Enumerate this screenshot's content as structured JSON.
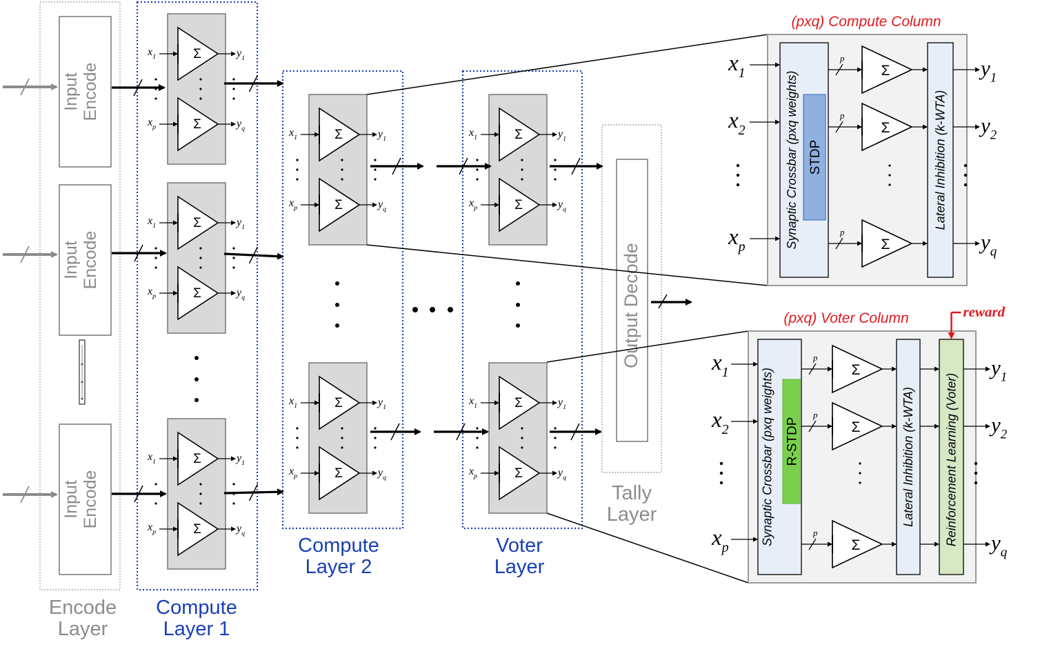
{
  "input_encode": "Input\nEncode",
  "output_decode": "Output Decode",
  "layers": {
    "encode": [
      "Encode",
      "Layer"
    ],
    "compute1": [
      "Compute",
      "Layer 1"
    ],
    "compute2": [
      "Compute",
      "Layer 2"
    ],
    "voter": [
      "Voter",
      "Layer"
    ],
    "tally": [
      "Tally",
      "Layer"
    ]
  },
  "neuron": {
    "sigma": "Σ",
    "x": "x",
    "y": "y",
    "sub1": "1",
    "subp": "p",
    "subq": "q",
    "dots": "· · ·"
  },
  "compute_column": {
    "title": "(pxq) Compute Column",
    "crossbar": "Synaptic Crossbar (pxq weights)",
    "learning": "STDP",
    "inhibition": "Lateral Inhibition  (k-WTA)",
    "inputs": [
      {
        "v": "x",
        "s": "1"
      },
      {
        "v": "x",
        "s": "2"
      },
      {
        "v": "x",
        "s": "p"
      }
    ],
    "outputs": [
      {
        "v": "y",
        "s": "1"
      },
      {
        "v": "y",
        "s": "2"
      },
      {
        "v": "y",
        "s": "q"
      }
    ],
    "bus": "p"
  },
  "voter_column": {
    "title": "(pxq) Voter Column",
    "reward": "reward",
    "crossbar": "Synaptic Crossbar (pxq weights)",
    "learning": "R-STDP",
    "inhibition": "Lateral Inhibition  (k-WTA)",
    "reinforcement": "Reinforcement Learning (Voter)",
    "inputs": [
      {
        "v": "x",
        "s": "1"
      },
      {
        "v": "x",
        "s": "2"
      },
      {
        "v": "x",
        "s": "p"
      }
    ],
    "outputs": [
      {
        "v": "y",
        "s": "1"
      },
      {
        "v": "y",
        "s": "2"
      },
      {
        "v": "y",
        "s": "q"
      }
    ],
    "bus": "p"
  },
  "colors": {
    "blue_dotted": "#1a3fb5",
    "gray_box": "#d9d9d9",
    "gray_text": "#8c8c8c",
    "red": "#e0191f",
    "stdp": "#8fb0e0",
    "rstdp": "#7ad04c",
    "crossbar": "#e8eef8",
    "rl": "#d6e8c4"
  }
}
